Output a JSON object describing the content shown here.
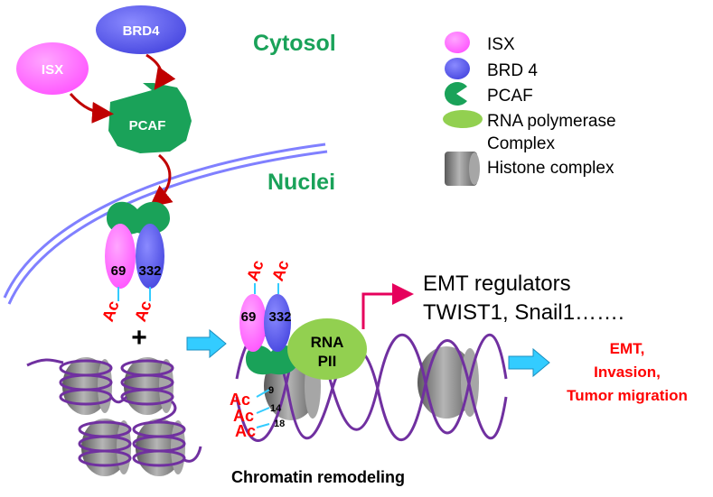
{
  "labels": {
    "cytosol": "Cytosol",
    "nuclei": "Nuclei",
    "brd4": "BRD4",
    "isx": "ISX",
    "pcaf": "PCAF",
    "res69": "69",
    "res332": "332",
    "ac": "Ac",
    "plus": "+",
    "h3_9": "9",
    "h3_14": "14",
    "h3_18": "18",
    "rna_pii_line1": "RNA",
    "rna_pii_line2": "PII",
    "emt_regulators_line1": "EMT regulators",
    "emt_regulators_line2": "TWIST1, Snail1…….",
    "outcome_line1": "EMT,",
    "outcome_line2": "Invasion,",
    "outcome_line3": "Tumor migration",
    "chromatin_remodeling": "Chromatin remodeling"
  },
  "legend": {
    "items": [
      {
        "label": "ISX",
        "icon": "isx-icon"
      },
      {
        "label": "BRD 4",
        "icon": "brd4-icon"
      },
      {
        "label": "PCAF",
        "icon": "pcaf-icon"
      },
      {
        "label": "RNA polymerase",
        "icon": "rna-polymerase-icon"
      },
      {
        "label": "Complex",
        "icon": ""
      },
      {
        "label": "Histone complex",
        "icon": "histone-icon"
      }
    ]
  },
  "colors": {
    "isx": "#ff66ff",
    "brd4": "#5b5bf0",
    "pcaf": "#1aa259",
    "rna_polymerase": "#92d050",
    "histone": "#7f7f7f",
    "dna": "#7030a0",
    "arrow_dark_red": "#c00000",
    "ac_red": "#ff0000",
    "cyan_arrow": "#33ccff",
    "cell_membrane": "#8080ff",
    "section_green": "#1aa259",
    "tss_arrow": "#e6005c"
  }
}
